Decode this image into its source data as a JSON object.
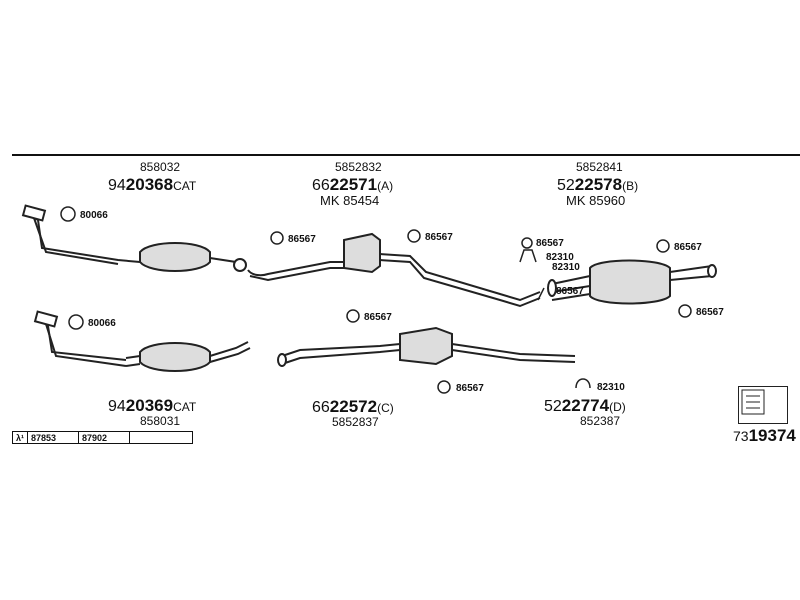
{
  "parts": {
    "p1": {
      "oe": "858032",
      "prefix": "94",
      "main": "20368",
      "suffix": "CAT"
    },
    "p2": {
      "oe": "5852832",
      "prefix": "66",
      "main": "22571",
      "suffix": "(A)",
      "mk": "MK 85454"
    },
    "p3": {
      "oe": "5852841",
      "prefix": "52",
      "main": "22578",
      "suffix": "(B)",
      "mk": "MK 85960"
    },
    "p4": {
      "oe": "858031",
      "prefix": "94",
      "main": "20369",
      "suffix": "CAT"
    },
    "p5": {
      "oe": "5852837",
      "prefix": "66",
      "main": "22572",
      "suffix": "(C)"
    },
    "p6": {
      "oe": "852387",
      "prefix": "52",
      "main": "22774",
      "suffix": "(D)"
    }
  },
  "fittings": {
    "f80066a": "80066",
    "f80066b": "80066",
    "f86567a": "86567",
    "f86567b": "86567",
    "f86567c": "86567",
    "f86567d": "86567",
    "f86567e": "86567",
    "f86567f": "86567",
    "f86567g": "86567",
    "f86567h": "86567",
    "f82310a": "82310",
    "f82310b": "82310",
    "f82310c": "82310"
  },
  "lambda": {
    "symbol": "λ¹",
    "c1": "87853",
    "c2": "87902",
    "c3": ""
  },
  "footer": {
    "prefix": "73",
    "main": "19374"
  }
}
